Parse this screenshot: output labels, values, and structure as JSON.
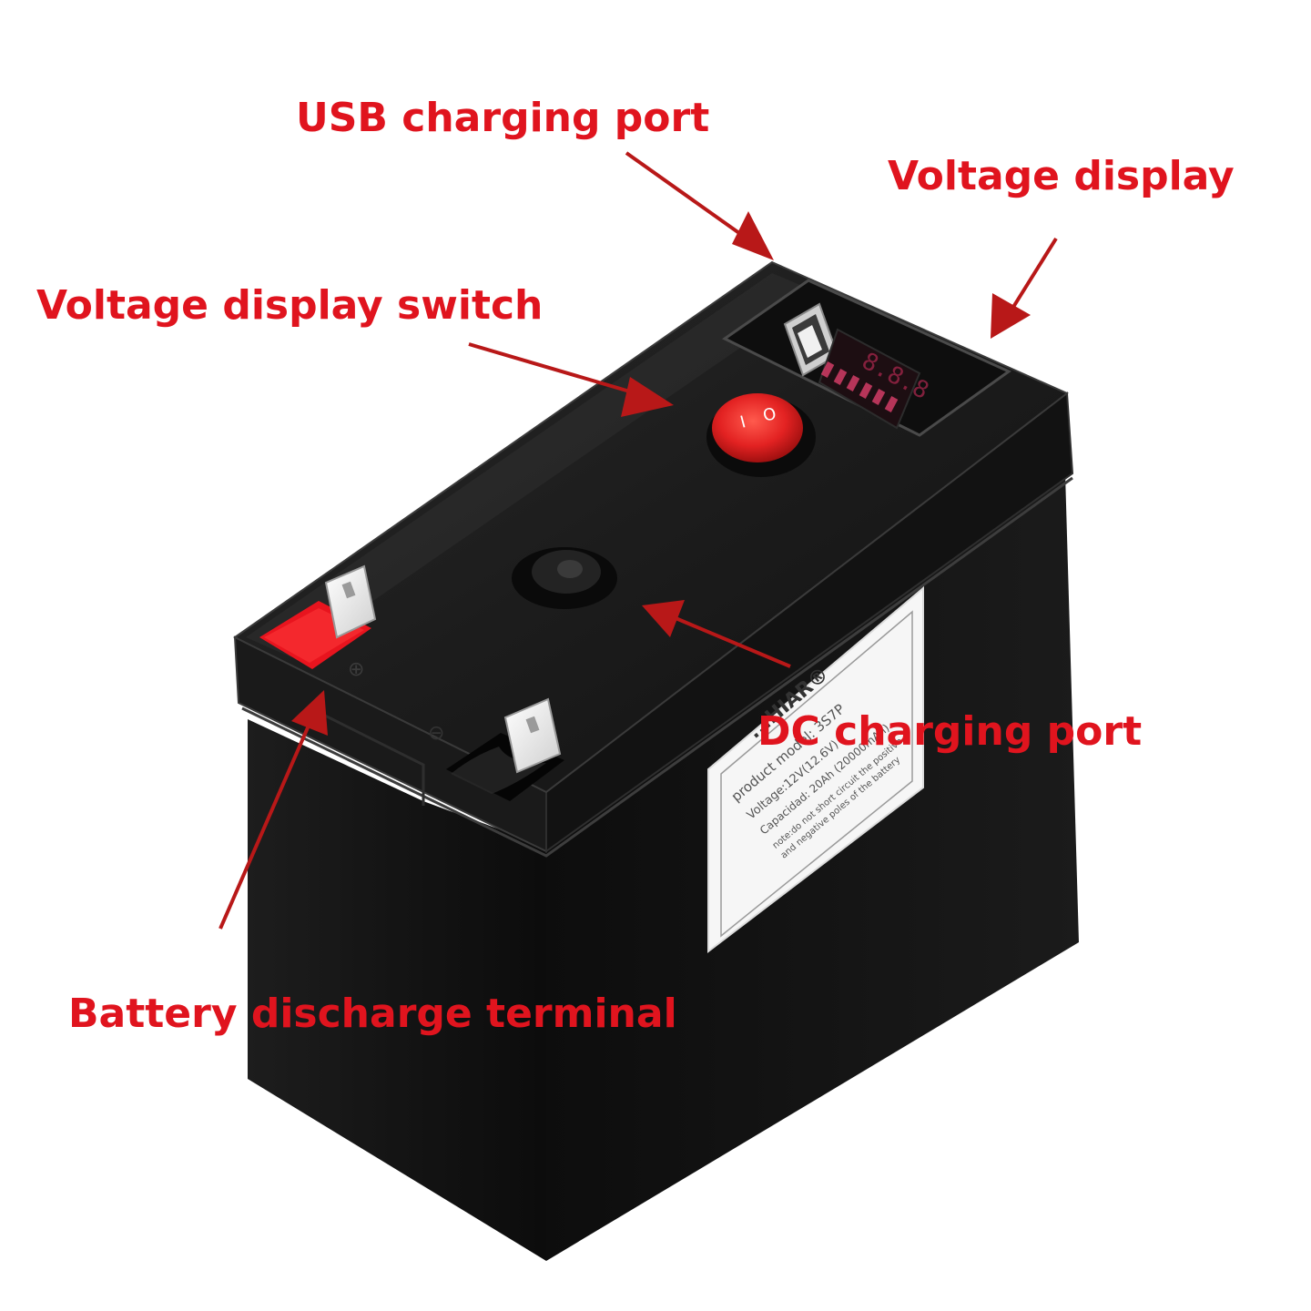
{
  "callouts": {
    "usb_port": "USB charging port",
    "voltage_display": "Voltage display",
    "voltage_switch": "Voltage display switch",
    "dc_port": "DC charging port",
    "discharge_terminal": "Battery discharge terminal"
  },
  "sticker": {
    "brand": "...HIAR®",
    "line1": "product model: 3S7P",
    "line2": "Voltage:12V(12.6V)",
    "line3": "Capacidad: 20Ah (20000mAh)",
    "line4": "note:do not short circuit the positive",
    "line5": "and negative poles of the battery"
  },
  "colors": {
    "callout_text": "#e0141e",
    "arrow": "#b81818",
    "battery_body": "#141414",
    "switch_red": "#e32222",
    "terminal_red": "#e8141e"
  }
}
